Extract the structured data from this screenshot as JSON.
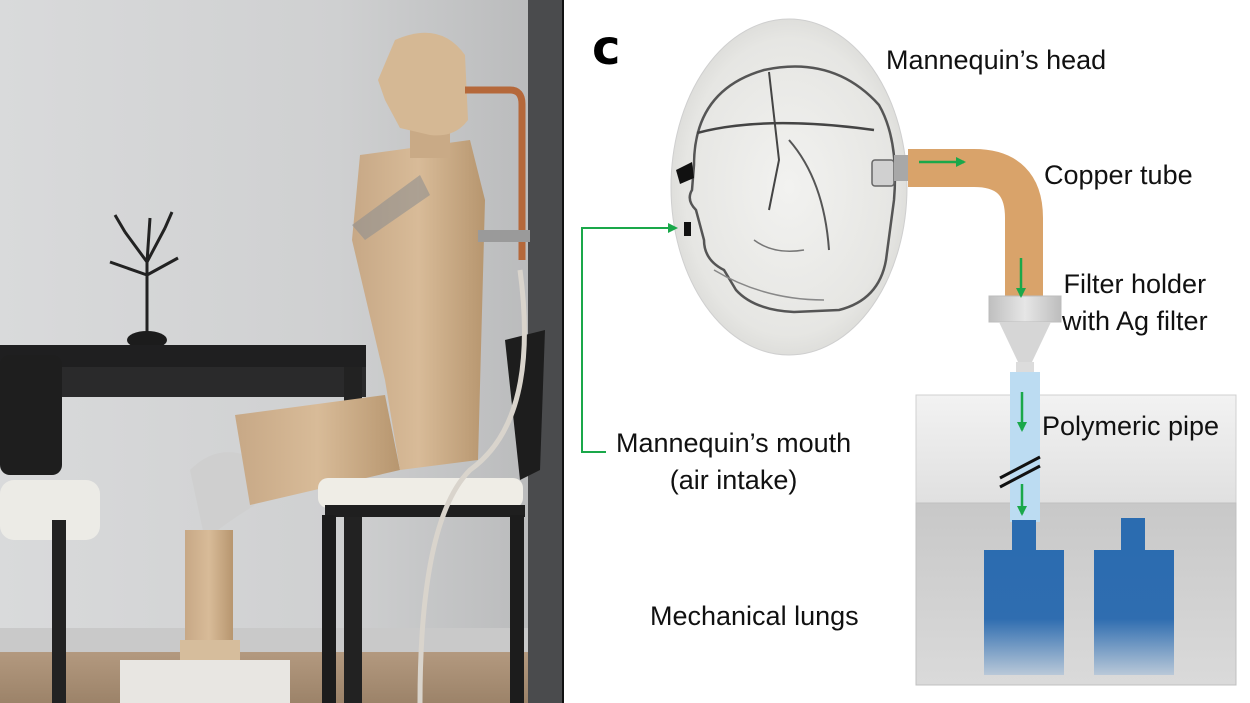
{
  "panel_letter": "c",
  "labels": {
    "head": "Mannequin’s head",
    "tube": "Copper tube",
    "filter_line1": "Filter holder",
    "filter_line2": "with Ag filter",
    "pipe": "Polymeric pipe",
    "mouth_line1": "Mannequin’s mouth",
    "mouth_line2": "(air intake)",
    "lungs": "Mechanical lungs"
  },
  "colors": {
    "flow_arrow": "#1aa84a",
    "copper": "#d9a36a",
    "lung": "#2b6cb0",
    "pipe": "#bcdcf2"
  }
}
